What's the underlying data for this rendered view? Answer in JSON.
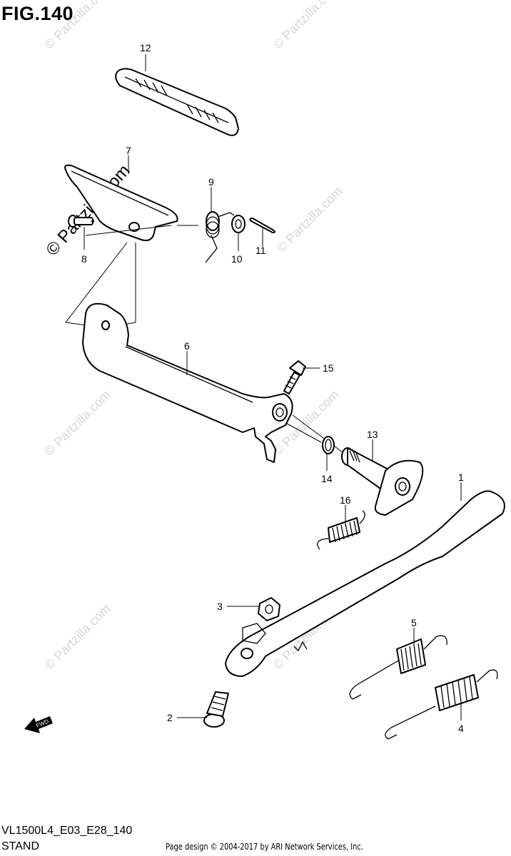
{
  "figure": {
    "title": "FIG.140",
    "model_code": "VL1500L4_E03_E28_140",
    "section_name": "STAND",
    "credit": "Page design © 2004-2017 by ARI Network Services, Inc."
  },
  "watermark": {
    "text": "© Partzilla.com"
  },
  "fwd_label": "FWD",
  "callouts": [
    {
      "id": "1",
      "label": "1"
    },
    {
      "id": "2",
      "label": "2"
    },
    {
      "id": "3",
      "label": "3"
    },
    {
      "id": "4",
      "label": "4"
    },
    {
      "id": "5",
      "label": "5"
    },
    {
      "id": "6",
      "label": "6"
    },
    {
      "id": "7",
      "label": "7"
    },
    {
      "id": "8",
      "label": "8"
    },
    {
      "id": "9",
      "label": "9"
    },
    {
      "id": "10",
      "label": "10"
    },
    {
      "id": "11",
      "label": "11"
    },
    {
      "id": "12",
      "label": "12"
    },
    {
      "id": "13",
      "label": "13"
    },
    {
      "id": "14",
      "label": "14"
    },
    {
      "id": "15",
      "label": "15"
    },
    {
      "id": "16",
      "label": "16"
    }
  ],
  "colors": {
    "line": "#000000",
    "watermark": "#d6d6d6",
    "background": "#ffffff"
  }
}
